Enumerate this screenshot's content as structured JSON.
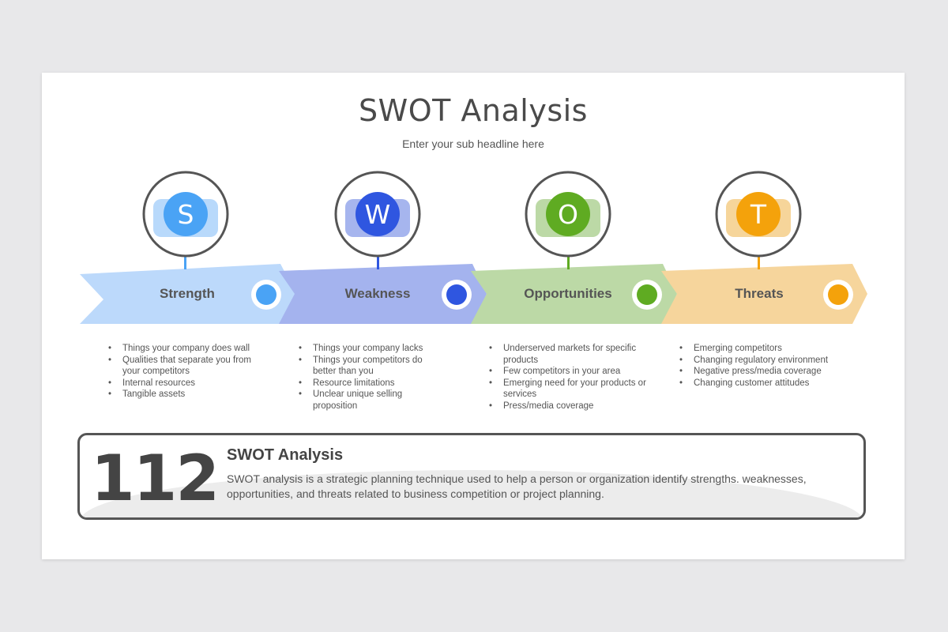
{
  "title": "SWOT Analysis",
  "subtitle": "Enter your sub headline here",
  "columns": [
    {
      "letter": "S",
      "label": "Strength",
      "color": "#4aa3f5",
      "light": "#b8d9fb",
      "bullets": [
        "Things your company does wall",
        "Qualities that separate you from your competitors",
        "Internal resources",
        "Tangible assets"
      ]
    },
    {
      "letter": "W",
      "label": "Weakness",
      "color": "#2f56e0",
      "light": "#a6b5ee",
      "bullets": [
        "Things your company lacks",
        "Things your competitors do better than you",
        "Resource limitations",
        "Unclear unique selling proposition"
      ]
    },
    {
      "letter": "O",
      "label": "Opportunities",
      "color": "#5fab22",
      "light": "#bcd9a6",
      "bullets": [
        "Underserved markets for specific products",
        "Few competitors in your area",
        "Emerging need for your products or services",
        "Press/media coverage"
      ]
    },
    {
      "letter": "T",
      "label": "Threats",
      "color": "#f4a20b",
      "light": "#f6d59a",
      "bullets": [
        "Emerging competitors",
        "Changing regulatory environment",
        "Negative press/media coverage",
        "Changing customer attitudes"
      ]
    }
  ],
  "info": {
    "number": "112",
    "title": "SWOT Analysis",
    "text": "SWOT analysis is a strategic planning technique used to help a person or organization identify strengths. weaknesses, opportunities, and threats related to business competition or project planning."
  }
}
